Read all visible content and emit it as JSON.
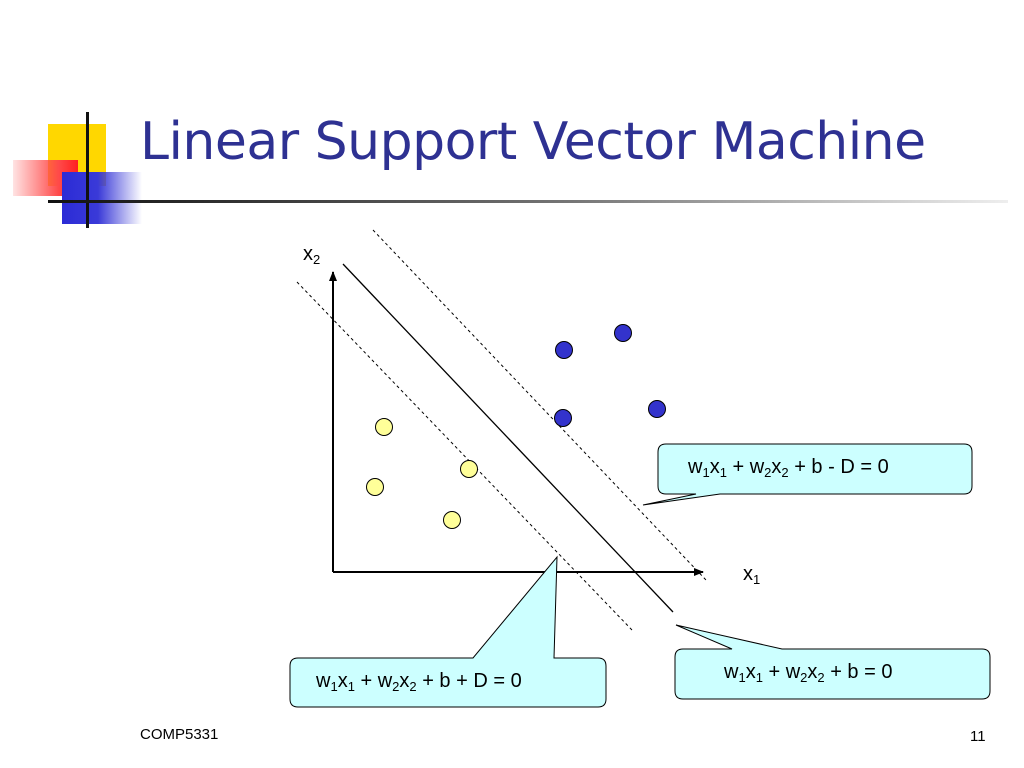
{
  "slide": {
    "title": "Linear Support Vector Machine",
    "footer_left": "COMP5331",
    "page_number": "11"
  },
  "diagram": {
    "axis_labels": {
      "x2": {
        "base": "x",
        "sub": "2"
      },
      "x1": {
        "base": "x",
        "sub": "1"
      }
    },
    "callouts": {
      "upper": {
        "parts": [
          {
            "t": "w"
          },
          {
            "s": "1"
          },
          {
            "t": "x"
          },
          {
            "s": "1"
          },
          {
            "t": " + w"
          },
          {
            "s": "2"
          },
          {
            "t": "x"
          },
          {
            "s": "2"
          },
          {
            "t": " + b - D = 0"
          }
        ]
      },
      "lower": {
        "parts": [
          {
            "t": "w"
          },
          {
            "s": "1"
          },
          {
            "t": "x"
          },
          {
            "s": "1"
          },
          {
            "t": " + w"
          },
          {
            "s": "2"
          },
          {
            "t": "x"
          },
          {
            "s": "2"
          },
          {
            "t": " + b + D = 0"
          }
        ]
      },
      "center": {
        "parts": [
          {
            "t": "w"
          },
          {
            "s": "1"
          },
          {
            "t": "x"
          },
          {
            "s": "1"
          },
          {
            "t": " + w"
          },
          {
            "s": "2"
          },
          {
            "t": "x"
          },
          {
            "s": "2"
          },
          {
            "t": " + b = 0"
          }
        ]
      }
    },
    "colors": {
      "title": "#2e3192",
      "positive_point": "#3333cc",
      "negative_point": "#ffff99",
      "callout_fill": "#ccffff"
    }
  }
}
